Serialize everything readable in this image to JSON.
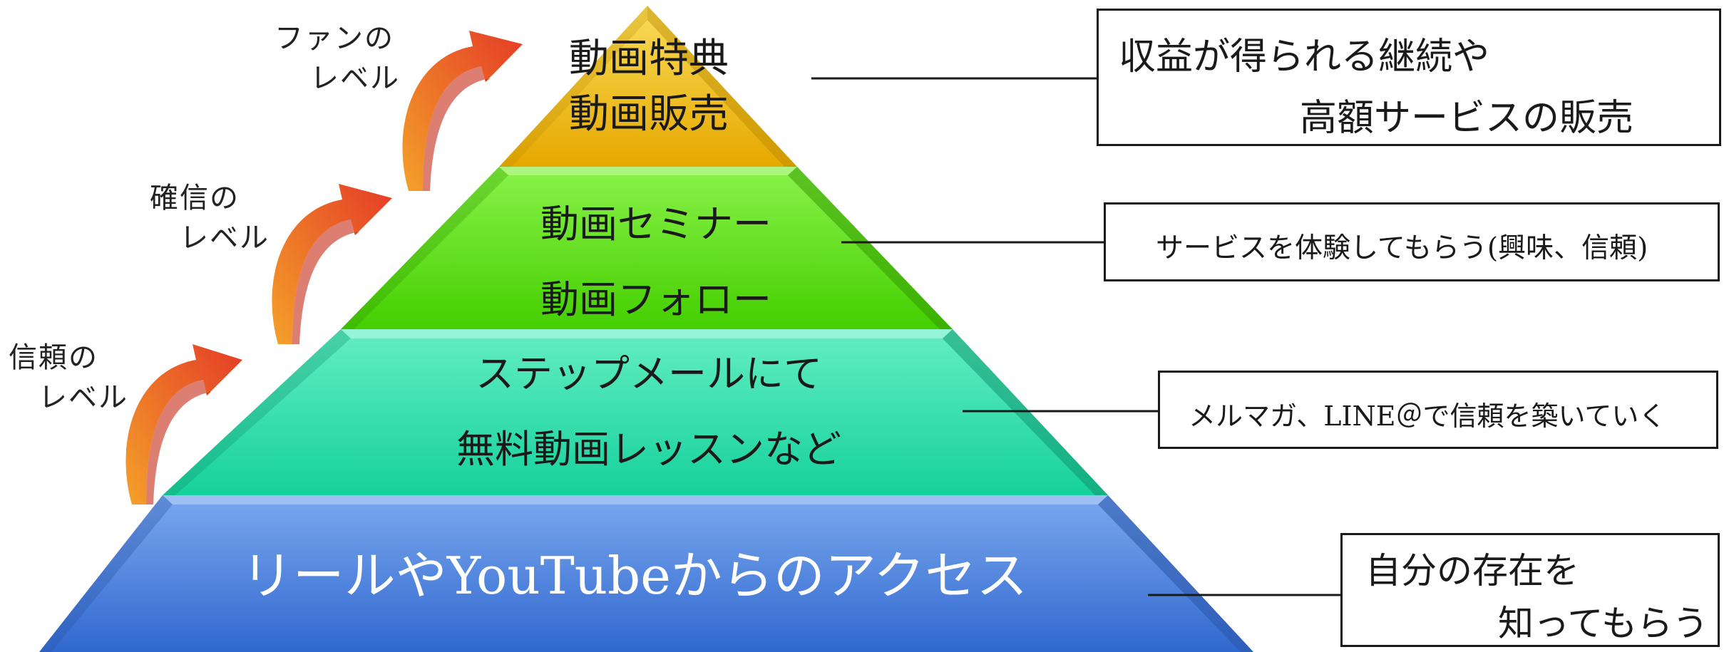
{
  "pyramid": {
    "layers": [
      {
        "id": "top",
        "lines": [
          "動画特典",
          "動画販売"
        ],
        "colors": {
          "light": "#f7d13a",
          "dark": "#e7ab00",
          "side": "#c99500"
        }
      },
      {
        "id": "upper",
        "lines": [
          "動画セミナー",
          "動画フォロー"
        ],
        "colors": {
          "light": "#7cf03a",
          "dark": "#49d400",
          "side": "#34a800"
        }
      },
      {
        "id": "middle",
        "lines": [
          "ステップメールにて",
          "無料動画レッスンなど"
        ],
        "colors": {
          "light": "#52eab8",
          "dark": "#1fd6a0",
          "side": "#12a87c"
        }
      },
      {
        "id": "base",
        "lines": [
          "リールやYouTubeからのアクセス"
        ],
        "colors": {
          "light": "#6fa0ea",
          "dark": "#3a72d6",
          "side": "#2a55a8"
        }
      }
    ]
  },
  "levels": [
    {
      "lines": [
        "ファンの",
        "レベル"
      ]
    },
    {
      "lines": [
        "確信の",
        "レベル"
      ]
    },
    {
      "lines": [
        "信頼の",
        "レベル"
      ]
    }
  ],
  "notes": [
    {
      "lines": [
        "収益が得られる継続や",
        "高額サービスの販売"
      ]
    },
    {
      "lines": [
        "サービスを体験してもらう(興味、信頼)"
      ]
    },
    {
      "lines": [
        "メルマガ、LINE＠で信頼を築いていく"
      ]
    },
    {
      "lines": [
        "自分の存在を",
        "知ってもらう"
      ]
    }
  ],
  "arrow_color": {
    "start": "#f5a623",
    "end": "#e8442a"
  }
}
